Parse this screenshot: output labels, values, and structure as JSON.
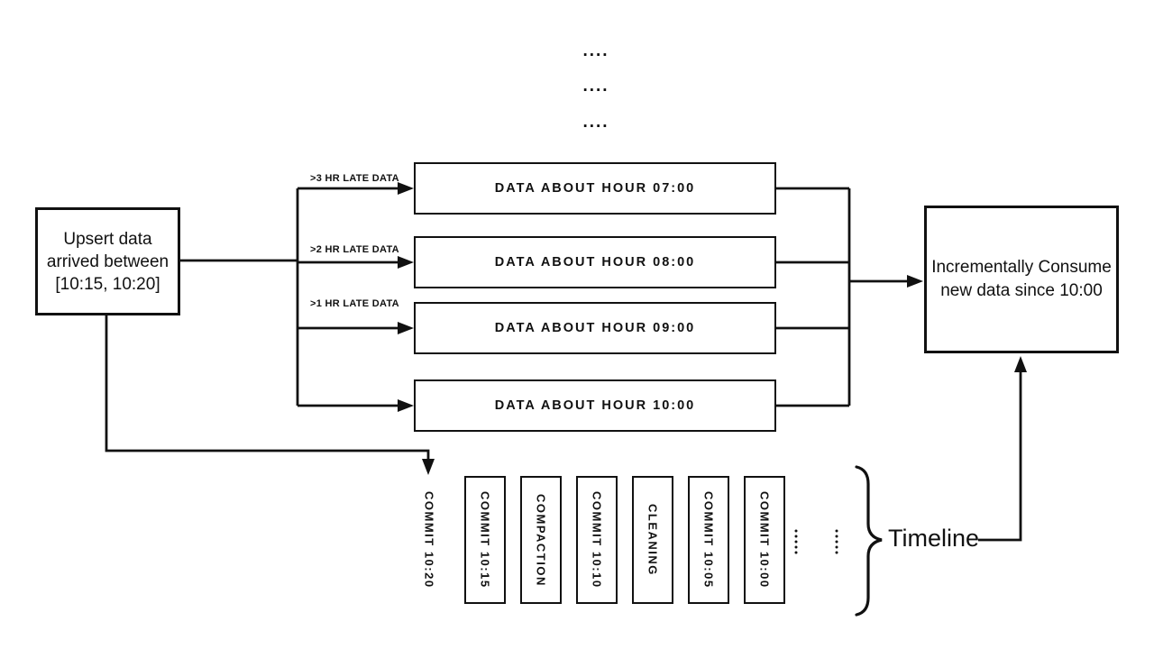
{
  "colors": {
    "ink": "#111111",
    "background": "#ffffff"
  },
  "top_ellipsis": {
    "rows": [
      "....",
      "....",
      "...."
    ]
  },
  "upsert_box": {
    "line1": "Upsert data",
    "line2": "arrived between",
    "line3": "[10:15, 10:20]"
  },
  "branch_labels": [
    ">3 HR LATE DATA",
    ">2 HR LATE DATA",
    ">1 HR LATE DATA"
  ],
  "data_boxes": [
    {
      "label": "DATA ABOUT HOUR 07:00"
    },
    {
      "label": "DATA ABOUT HOUR 08:00"
    },
    {
      "label": "DATA ABOUT HOUR 09:00"
    },
    {
      "label": "DATA ABOUT HOUR 10:00"
    }
  ],
  "consumer_box": {
    "line1": "Incrementally Consume",
    "line2": "new data since 10:00"
  },
  "timeline": {
    "label": "Timeline",
    "commits": [
      {
        "label": "COMMIT 10:20",
        "border": "dashed"
      },
      {
        "label": "COMMIT 10:15",
        "border": "solid"
      },
      {
        "label": "COMPACTION",
        "border": "solid"
      },
      {
        "label": "COMMIT 10:10",
        "border": "solid"
      },
      {
        "label": "CLEANING",
        "border": "solid"
      },
      {
        "label": "COMMIT 10:05",
        "border": "solid"
      },
      {
        "label": "COMMIT 10:00",
        "border": "solid"
      }
    ]
  }
}
